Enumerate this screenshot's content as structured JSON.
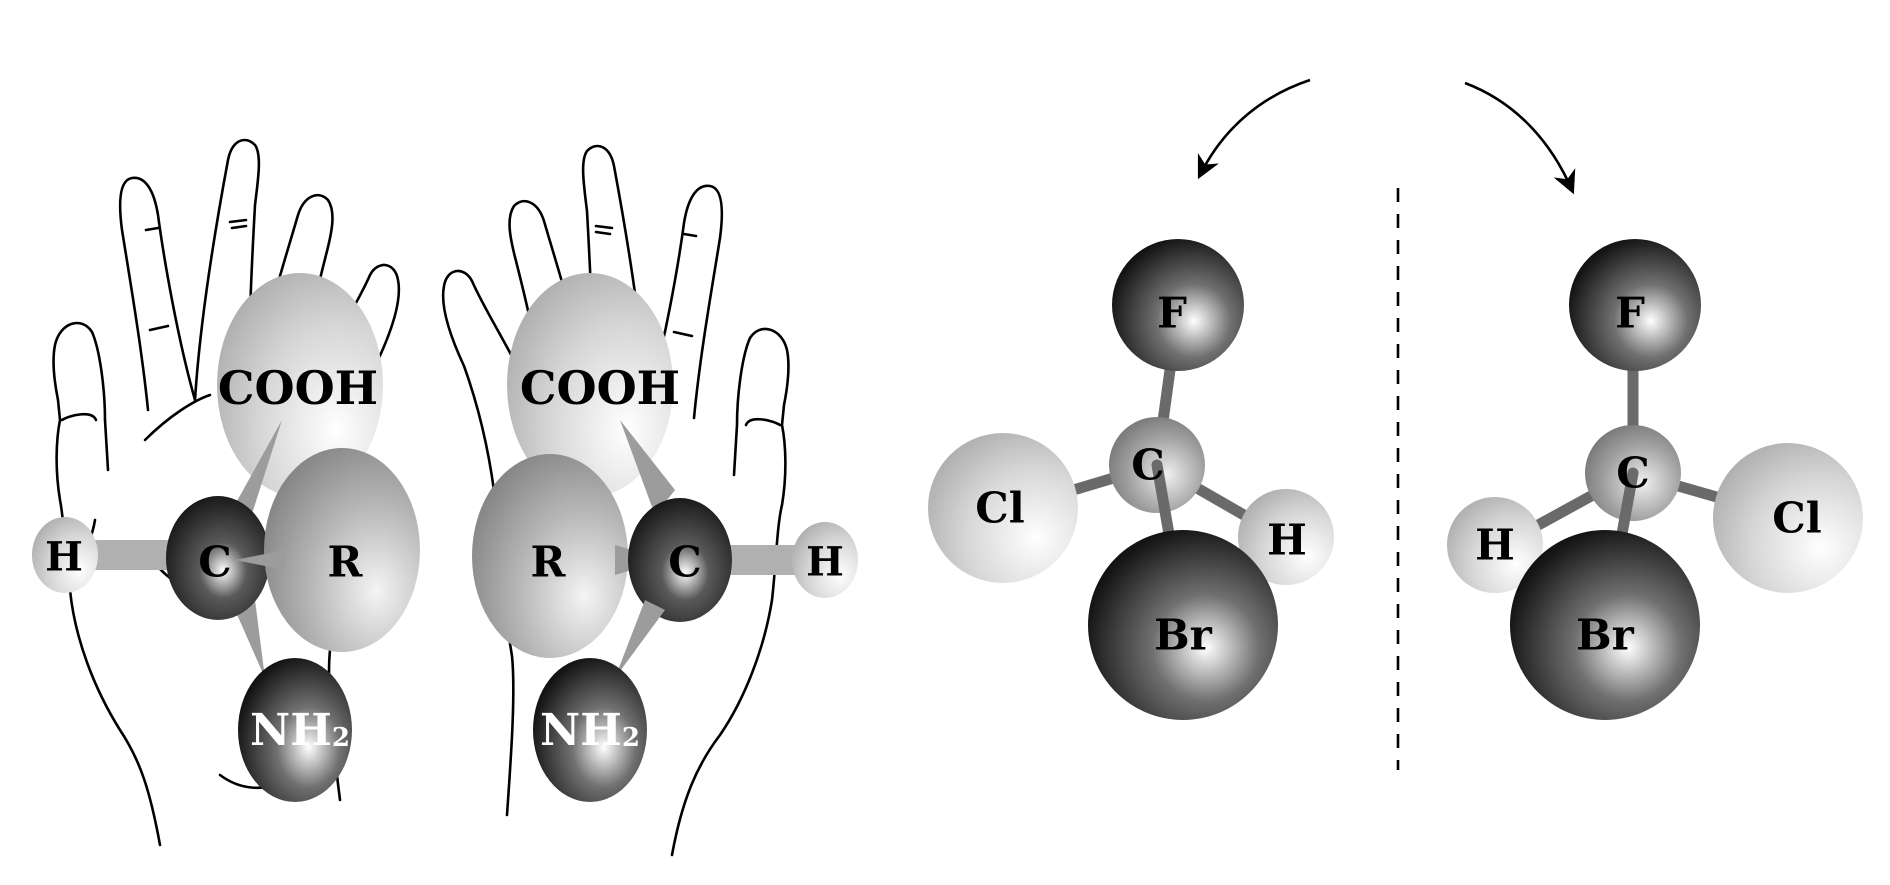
{
  "left_hands": {
    "left_molecule": {
      "cooh": "COOH",
      "carbon": "C",
      "r_group": "R",
      "hydrogen": "H",
      "amine": "NH",
      "amine_sub": "2"
    },
    "right_molecule": {
      "cooh": "COOH",
      "carbon": "C",
      "r_group": "R",
      "hydrogen": "H",
      "amine": "NH",
      "amine_sub": "2"
    }
  },
  "right_enantiomers": {
    "left_molecule": {
      "fluorine": "F",
      "carbon": "C",
      "chlorine": "Cl",
      "hydrogen": "H",
      "bromine": "Br"
    },
    "right_molecule": {
      "fluorine": "F",
      "carbon": "C",
      "chlorine": "Cl",
      "hydrogen": "H",
      "bromine": "Br"
    }
  },
  "colors": {
    "light_sphere": "#d8d8d8",
    "dark_sphere": "#111111",
    "bond": "#6a6a6a"
  }
}
